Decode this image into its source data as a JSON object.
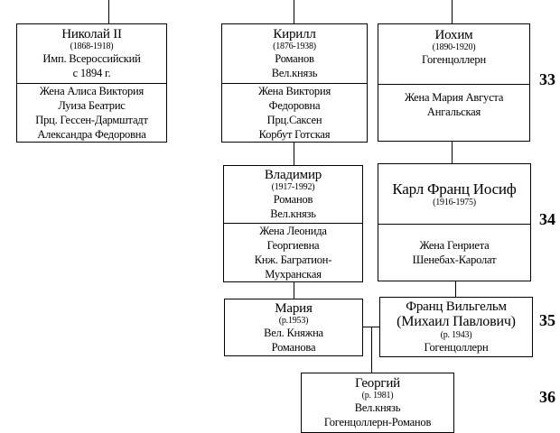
{
  "generations": [
    "33",
    "34",
    "35",
    "36"
  ],
  "persons": {
    "nikolai": {
      "name": "Николай II",
      "dates": "(1868-1918)",
      "lines": [
        "Имп. Всероссийский",
        "с 1894 г."
      ],
      "spouse": [
        "Жена Алиса Виктория",
        "Луиза Беатрис",
        "Прц. Гессен-Дармштадт",
        "Александра Федоровна"
      ]
    },
    "kirill": {
      "name": "Кирилл",
      "dates": "(1876-1938)",
      "lines": [
        "Романов",
        "Вел.князь"
      ],
      "spouse": [
        "Жена Виктория",
        "Федоровна",
        "Прц.Саксен",
        "Корбут Готская"
      ]
    },
    "iokhim": {
      "name": "Иохим",
      "dates": "(1890-1920)",
      "lines": [
        "Гогенцоллерн"
      ],
      "spouse": [
        "Жена Мария Августа",
        "Ангальская"
      ]
    },
    "vladimir": {
      "name": "Владимир",
      "dates": "(1917-1992)",
      "lines": [
        "Романов",
        "Вел.князь"
      ],
      "spouse": [
        "Жена Леонида",
        "Георгиевна",
        "Кнж. Багратион-",
        "Мухранская"
      ]
    },
    "karl": {
      "name": "Карл Франц Иосиф",
      "dates": "(1916-1975)",
      "spouse": [
        "Жена Генриета",
        "Шенебах-Каролат"
      ]
    },
    "maria": {
      "name": "Мария",
      "dates": "(р.1953)",
      "lines": [
        "Вел. Княжна",
        "Романова"
      ]
    },
    "franz": {
      "name": "Франц Вильгельм",
      "name2": "(Михаил Павлович)",
      "dates": "(р. 1943)",
      "lines": [
        "Гогенцоллерн"
      ]
    },
    "georgiy": {
      "name": "Георгий",
      "dates": "(р. 1981)",
      "lines": [
        "Вел.князь",
        "Гогенцоллерн-Романов"
      ]
    }
  }
}
